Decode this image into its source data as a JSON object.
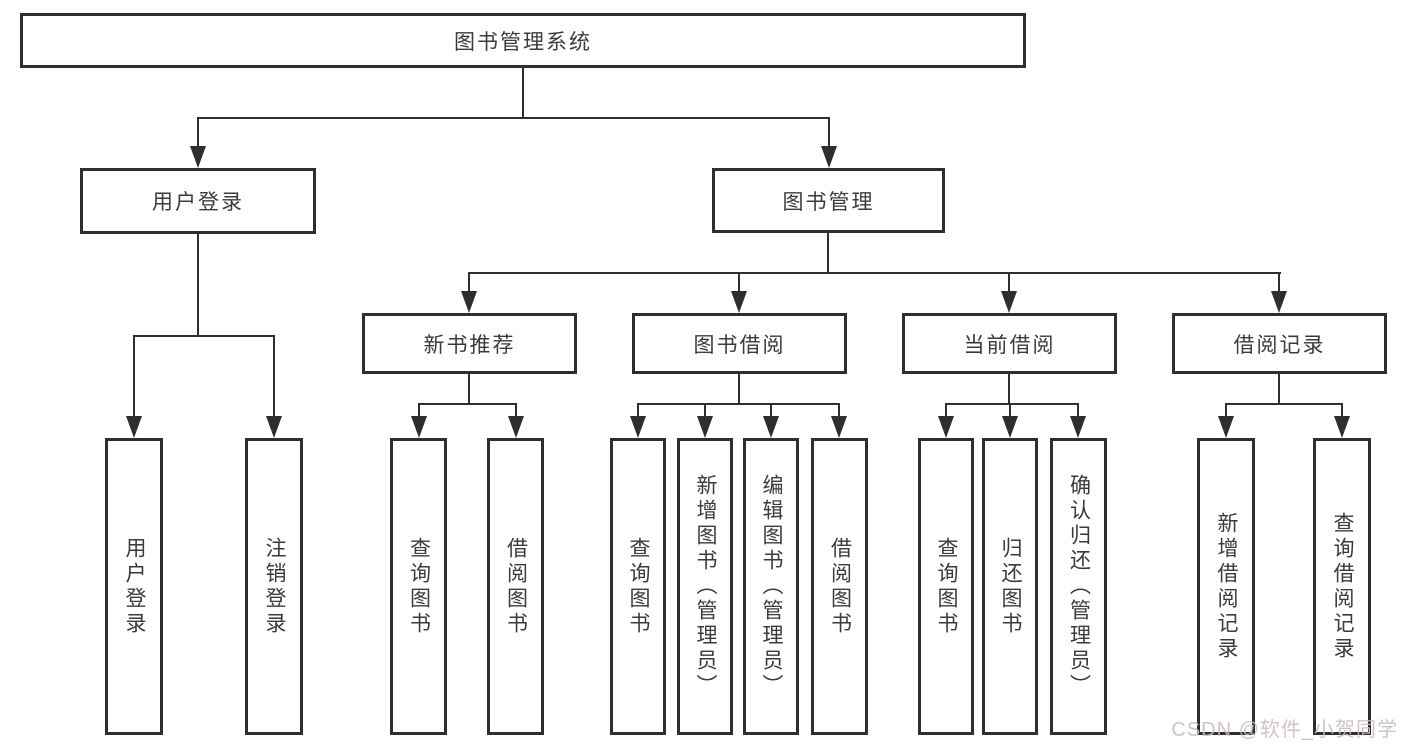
{
  "diagram": {
    "root": {
      "label": "图书管理系统"
    },
    "branches": [
      {
        "label": "用户登录",
        "children": [
          {
            "label": "用户登录"
          },
          {
            "label": "注销登录"
          }
        ]
      },
      {
        "label": "图书管理",
        "children": [
          {
            "label": "新书推荐",
            "children": [
              {
                "label": "查询图书"
              },
              {
                "label": "借阅图书"
              }
            ]
          },
          {
            "label": "图书借阅",
            "children": [
              {
                "label": "查询图书"
              },
              {
                "label": "新增图书（管理员）"
              },
              {
                "label": "编辑图书（管理员）"
              },
              {
                "label": "借阅图书"
              }
            ]
          },
          {
            "label": "当前借阅",
            "children": [
              {
                "label": "查询图书"
              },
              {
                "label": "归还图书"
              },
              {
                "label": "确认归还（管理员）"
              }
            ]
          },
          {
            "label": "借阅记录",
            "children": [
              {
                "label": "新增借阅记录"
              },
              {
                "label": "查询借阅记录"
              }
            ]
          }
        ]
      }
    ]
  },
  "watermark": {
    "text": "CSDN @软件_小贺同学"
  },
  "colors": {
    "line": "#2e2e2e",
    "text": "#3b3b3b",
    "watermark": "#c9bebe",
    "bg": "#ffffff"
  }
}
